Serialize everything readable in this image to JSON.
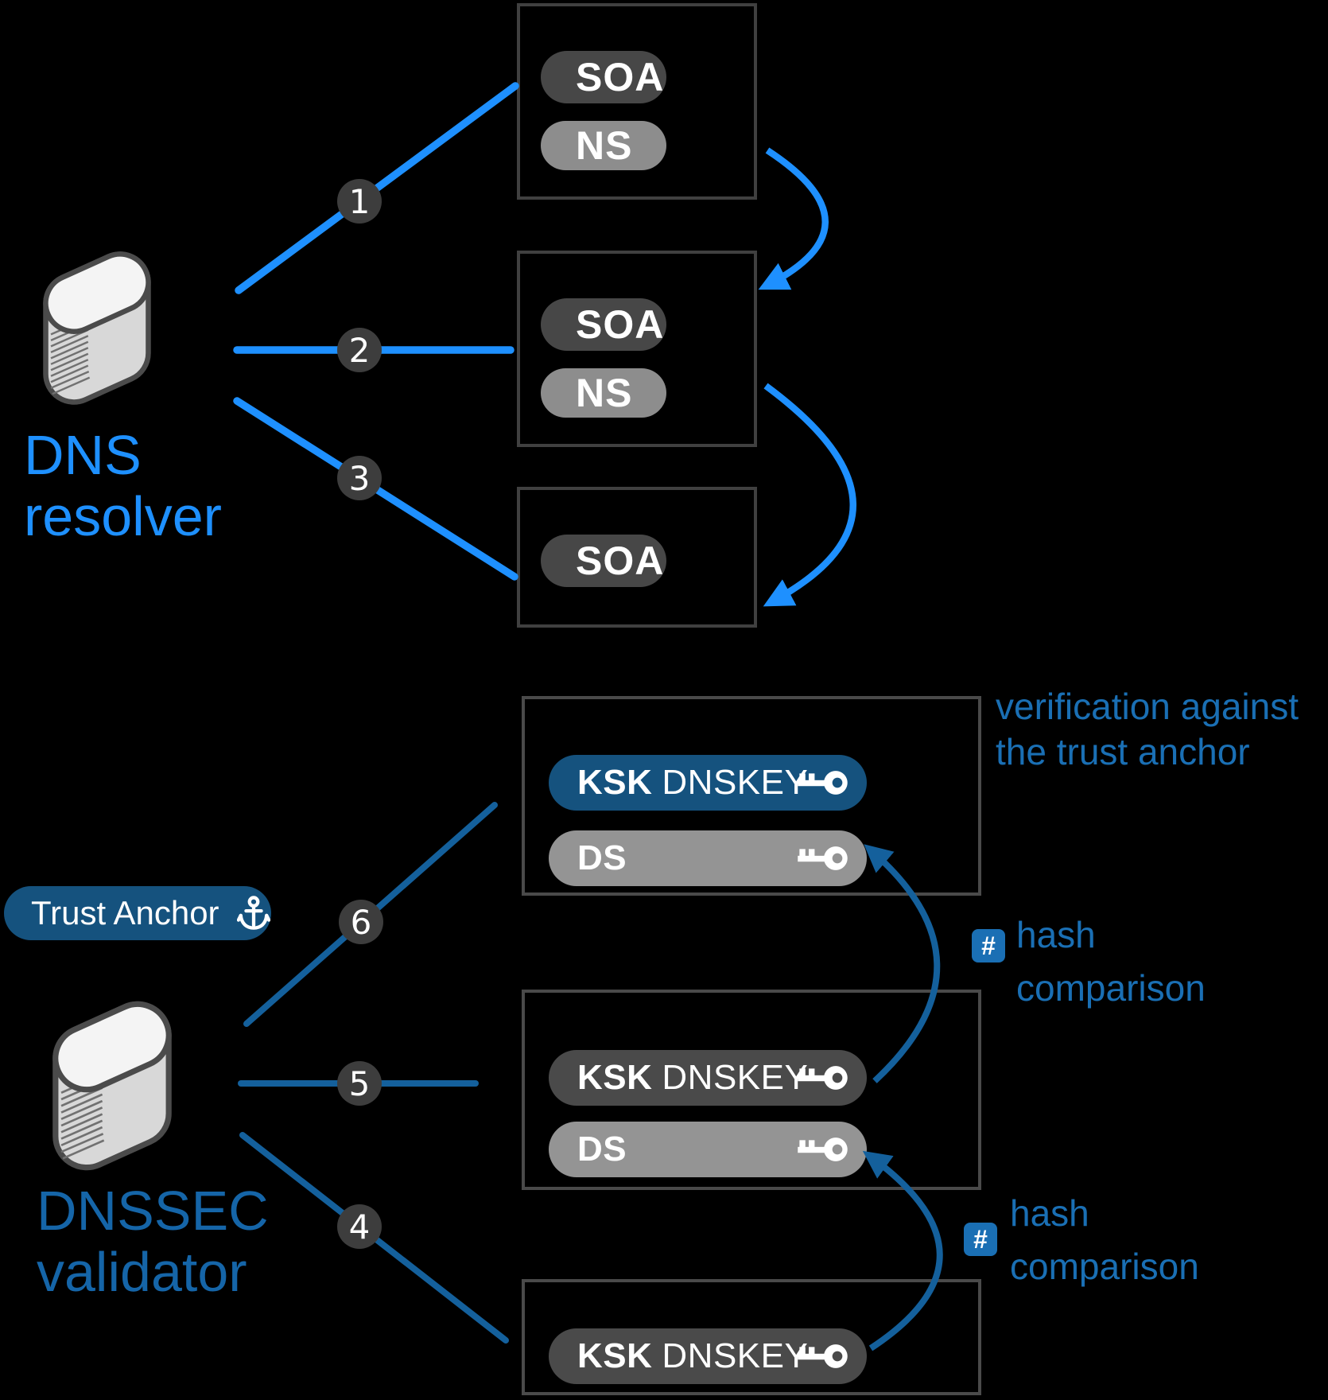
{
  "colors": {
    "background": "#000000",
    "top_accent": "#1e90ff",
    "bottom_accent": "#14609c",
    "annotation_blue": "#1a6fb4",
    "navy_pill": "#15527e",
    "dark_pill": "#474747",
    "light_pill": "#8d8d8d",
    "box_border": "#404040",
    "step_circle": "#3d3d3d",
    "server_body": "#d8d8d8",
    "server_top": "#f4f4f4",
    "text_on_pill": "#ffffff"
  },
  "zones": {
    "top": {
      "actor": {
        "name": "DNS resolver",
        "line1": "DNS",
        "line2": "resolver"
      },
      "steps": [
        "1",
        "2",
        "3"
      ],
      "boxes": [
        {
          "pills": [
            {
              "label": "SOA"
            },
            {
              "label": "NS"
            }
          ]
        },
        {
          "pills": [
            {
              "label": "SOA"
            },
            {
              "label": "NS"
            }
          ]
        },
        {
          "pills": [
            {
              "label": "SOA"
            }
          ]
        }
      ]
    },
    "bottom": {
      "actor": {
        "name": "DNSSEC validator",
        "line1": "DNSSEC",
        "line2": "validator"
      },
      "trust_anchor": {
        "label": "Trust Anchor",
        "icon": "anchor-icon"
      },
      "steps": [
        "6",
        "5",
        "4"
      ],
      "boxes": [
        {
          "pills": [
            {
              "prefix": "KSK",
              "label": "DNSKEY",
              "icon": "key-icon"
            },
            {
              "label": "DS",
              "icon": "key-icon"
            }
          ]
        },
        {
          "pills": [
            {
              "prefix": "KSK",
              "label": "DNSKEY",
              "icon": "key-icon"
            },
            {
              "label": "DS",
              "icon": "key-icon"
            }
          ]
        },
        {
          "pills": [
            {
              "prefix": "KSK",
              "label": "DNSKEY",
              "icon": "key-icon"
            }
          ]
        }
      ],
      "annotations": {
        "verification": {
          "line1": "verification against",
          "line2": "the trust anchor"
        },
        "hash_upper": {
          "line1": "hash",
          "line2": "comparison",
          "icon": "hash-icon",
          "symbol": "#"
        },
        "hash_lower": {
          "line1": "hash",
          "line2": "comparison",
          "icon": "hash-icon",
          "symbol": "#"
        }
      }
    }
  }
}
